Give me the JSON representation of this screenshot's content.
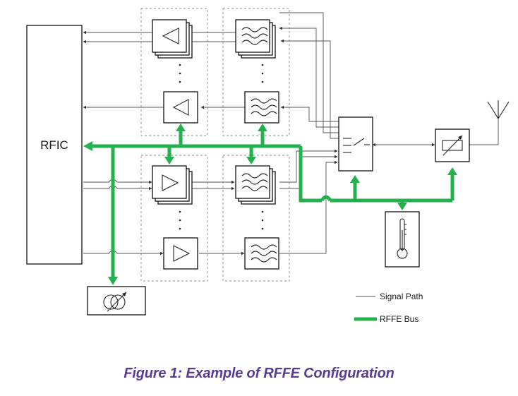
{
  "diagram": {
    "blocks": {
      "rfic": "RFIC"
    },
    "legend": {
      "signal_path": "Signal Path",
      "rffe_bus": "RFFE Bus"
    },
    "caption": "Figure 1: Example of RFFE Configuration",
    "colors": {
      "bus": "#22b14c",
      "signal": "#555555",
      "caption": "#5b3a93"
    }
  }
}
